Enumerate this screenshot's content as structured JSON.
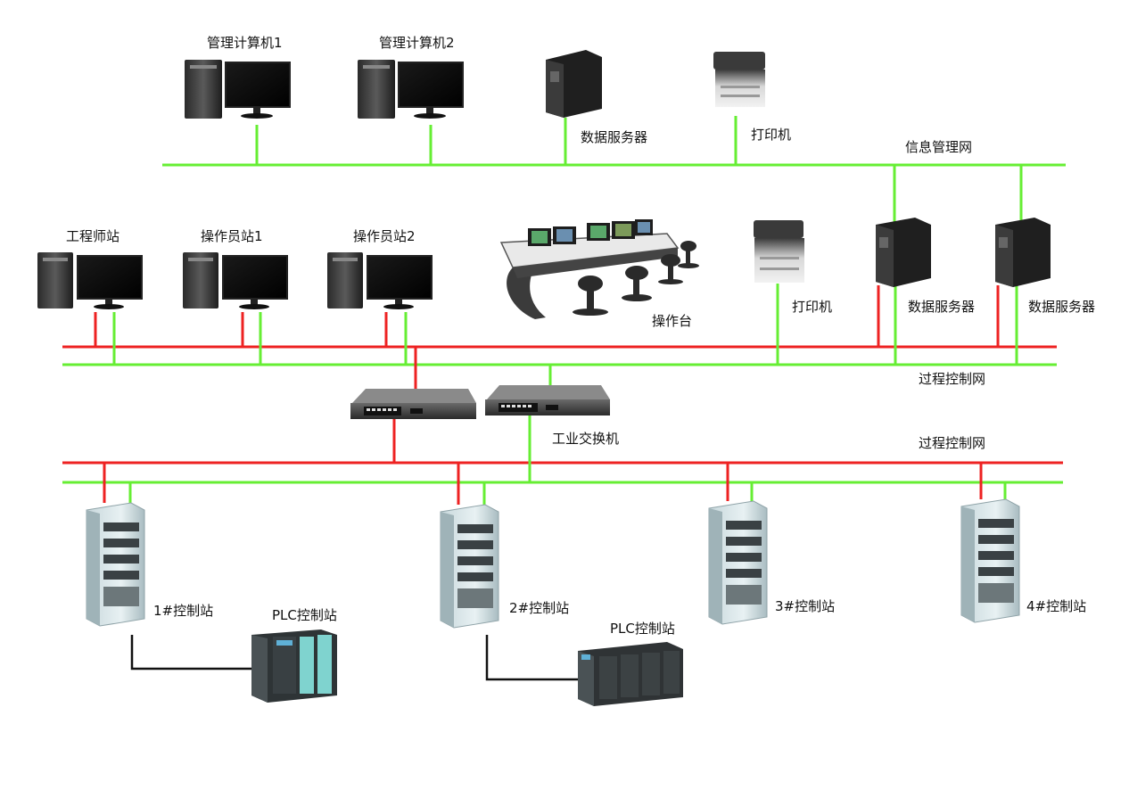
{
  "networks": {
    "info_net": "信息管理网",
    "process_net_upper": "过程控制网",
    "process_net_lower": "过程控制网"
  },
  "devices": {
    "mgmt_pc_1": "管理计算机1",
    "mgmt_pc_2": "管理计算机2",
    "data_server_top": "数据服务器",
    "printer_top": "打印机",
    "engineer_station": "工程师站",
    "operator_station_1": "操作员站1",
    "operator_station_2": "操作员站2",
    "console": "操作台",
    "printer_mid": "打印机",
    "data_server_mid_1": "数据服务器",
    "data_server_mid_2": "数据服务器",
    "industrial_switch": "工业交换机",
    "control_station_1": "1#控制站",
    "control_station_2": "2#控制站",
    "control_station_3": "3#控制站",
    "control_station_4": "4#控制站",
    "plc_station_1": "PLC控制站",
    "plc_station_2": "PLC控制站"
  },
  "colors": {
    "green_line": "#66ee33",
    "red_line": "#ee2222",
    "black_line": "#111111"
  }
}
